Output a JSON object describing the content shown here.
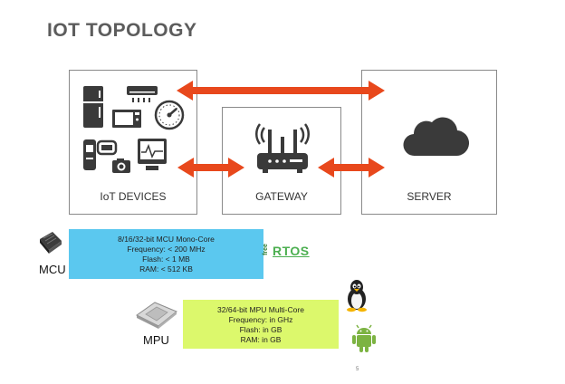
{
  "title": "IOT TOPOLOGY",
  "boxes": {
    "devices": "IoT DEVICES",
    "gateway": "GATEWAY",
    "server": "SERVER"
  },
  "mcu": {
    "label": "MCU",
    "lines": [
      "8/16/32-bit MCU Mono-Core",
      "Frequency: < 200 MHz",
      "Flash: < 1 MB",
      "RAM: < 512 KB"
    ],
    "color": "#5bc8ef",
    "os_logo": {
      "prefix": "free",
      "name": "RTOS"
    }
  },
  "mpu": {
    "label": "MPU",
    "lines": [
      "32/64-bit MPU Multi-Core",
      "Frequency: in GHz",
      "Flash: in GB",
      "RAM: in GB"
    ],
    "color": "#dcf86c"
  },
  "arrow_color": "#e8481c",
  "page_number": "5",
  "icons": [
    "fridge-icon",
    "air-conditioner-icon",
    "microwave-icon",
    "gauge-icon",
    "cctv-camera-icon",
    "camera-icon",
    "monitor-icon",
    "router-icon",
    "cloud-icon",
    "chip-icon",
    "processor-icon",
    "linux-tux-icon",
    "android-icon"
  ]
}
